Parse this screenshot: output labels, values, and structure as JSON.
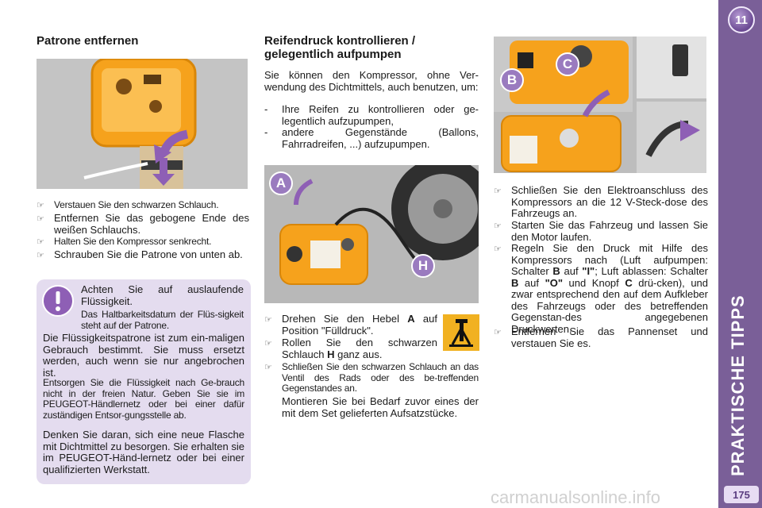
{
  "left": {
    "title": "Patrone entfernen",
    "bullets": [
      "Verstauen Sie den schwarzen Schlauch.",
      "Entfernen Sie das gebogene Ende des weißen Schlauchs.",
      "Halten Sie den Kompressor senkrecht.",
      "Schrauben Sie die Patrone von unten ab."
    ],
    "warning": {
      "p1": "Achten Sie auf auslaufende Flüssigkeit.",
      "p2": "Das Haltbarkeitsdatum der Flüs-sigkeit steht auf der Patrone.",
      "p3": "Die Flüssigkeitspatrone ist zum ein-maligen Gebrauch bestimmt. Sie muss ersetzt werden, auch wenn sie nur angebrochen ist.",
      "p4": "Entsorgen Sie die Flüssigkeit nach Ge-brauch nicht in der freien Natur. Geben Sie sie im PEUGEOT-Händlernetz oder bei einer dafür zuständigen Entsor-gungsstelle ab.",
      "p5": "Denken Sie daran, sich eine neue Flasche mit Dichtmittel zu besorgen. Sie erhalten sie im PEUGEOT-Händ-lernetz oder bei einer qualifizierten Werkstatt."
    }
  },
  "middle": {
    "title": "Reifendruck kontrollieren / gelegentlich aufpumpen",
    "intro": "Sie können den Kompressor, ohne Ver-wendung des Dichtmittels, auch benutzen, um:",
    "dash1": "Ihre Reifen zu kontrollieren oder ge-legentlich aufzupumpen,",
    "dash2": "andere Gegenstände (Ballons, Fahrradreifen, ...) aufzupumpen.",
    "dash_mark": "-",
    "image_labels": {
      "a": "A",
      "h": "H"
    },
    "b1_pre": "Drehen Sie den Hebel ",
    "b1_bold": "A",
    "b1_post": " auf Position \"Fülldruck\".",
    "b2_pre": "Rollen Sie den schwarzen Schlauch ",
    "b2_bold": "H",
    "b2_post": " ganz aus.",
    "b3": "Schließen Sie den schwarzen Schlauch an das Ventil des Rads oder des be-treffenden Gegenstandes an.",
    "p_after": "Montieren Sie bei Bedarf zuvor eines der mit dem Set gelieferten Aufsatzstücke."
  },
  "right": {
    "image_labels": {
      "b": "B",
      "c": "C"
    },
    "b1": "Schließen Sie den Elektroanschluss des Kompressors an die 12 V-Steck-dose des Fahrzeugs an.",
    "b2": "Starten Sie das Fahrzeug und lassen Sie den Motor laufen.",
    "b3_a": "Regeln Sie den Druck mit Hilfe des Kompressors nach (Luft aufpumpen: Schalter ",
    "b3_b": "B",
    "b3_c": " auf ",
    "b3_d": "\"I\"",
    "b3_e": "; Luft ablassen: Schalter ",
    "b3_f": "B",
    "b3_g": " auf ",
    "b3_h": "\"O\"",
    "b3_i": " und Knopf ",
    "b3_j": "C",
    "b3_k": " drü-cken), und zwar entsprechend den auf dem Aufkleber des Fahrzeugs oder des betreffenden Gegenstan-des angegebenen Druckwerten.",
    "b4": "Entfernen Sie das Pannenset und verstauen Sie es."
  },
  "sidebar": {
    "chapter": "11",
    "title": "PRAKTISCHE TIPPS",
    "page_number": "175"
  },
  "bullet_glyph": "☞",
  "watermark": "carmanualsonline.info",
  "colors": {
    "sidebar": "#7a5f98",
    "warning_box": "#e4dcef",
    "compressor": "#f6a21c",
    "arrow": "#8e5fb5"
  },
  "icons": [
    "warning-icon",
    "lever-pictogram-icon"
  ]
}
